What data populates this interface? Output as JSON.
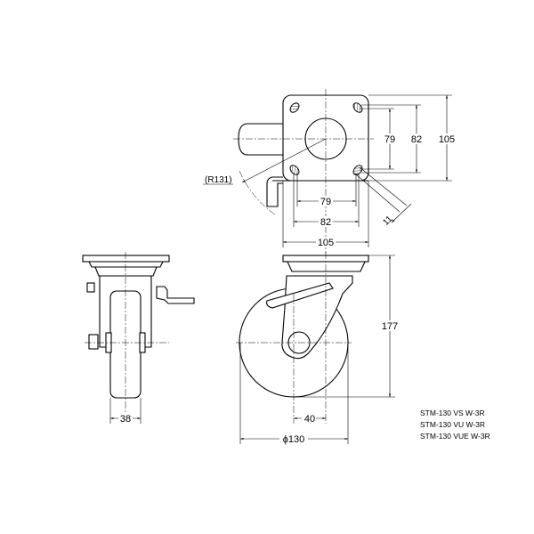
{
  "top_view": {
    "dims": {
      "inner_v": "79",
      "outer_v": "82",
      "plate_v": "105",
      "inner_h": "79",
      "outer_h": "82",
      "plate_h": "105",
      "slot": "11",
      "radius": "(R131)"
    }
  },
  "front_view": {
    "dims": {
      "wheel_width": "38"
    }
  },
  "side_view": {
    "dims": {
      "height": "177",
      "offset": "40",
      "diameter": "ϕ130"
    }
  },
  "models": [
    "STM-130 VS W-3R",
    "STM-130 VU W-3R",
    "STM-130 VUE W-3R"
  ]
}
